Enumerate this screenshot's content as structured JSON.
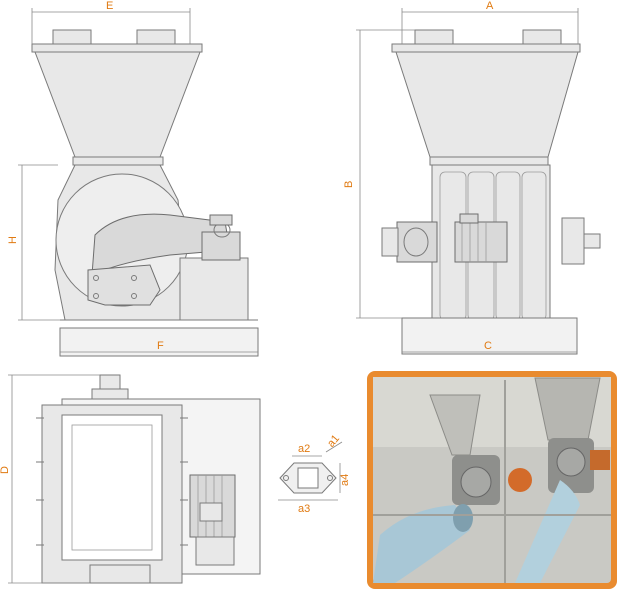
{
  "colors": {
    "dimension_label": "#e07a12",
    "photo_frame": "#e98b2f",
    "line": "#7a7a7a"
  },
  "labels": {
    "E": "E",
    "A": "A",
    "B": "B",
    "H": "H",
    "F": "F",
    "C": "C",
    "D": "D",
    "a1": "a1",
    "a2": "a2",
    "a3": "a3",
    "a4": "a4"
  }
}
